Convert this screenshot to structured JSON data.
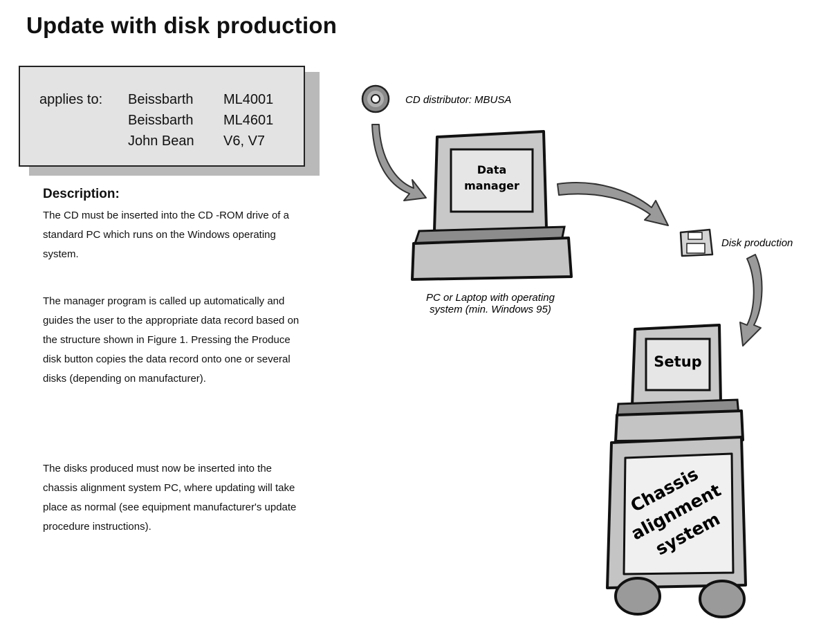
{
  "title": "Update with disk production",
  "applies_to": {
    "label": "applies to:",
    "rows": [
      {
        "maker": "Beissbarth",
        "model": "ML4001"
      },
      {
        "maker": "Beissbarth",
        "model": "ML4601"
      },
      {
        "maker": "John Bean",
        "model": "V6, V7"
      }
    ]
  },
  "description": {
    "heading": "Description:",
    "paragraphs": [
      "The CD must be inserted into the CD -ROM drive of a standard PC which runs on the Windows operating system.",
      "The manager program is called up automatically and guides the user to the appropriate data record based on the structure shown in Figure 1. Pressing the Produce disk button copies the data record onto one or several disks (depending on manufacturer).",
      "The disks produced must now be  inserted into the chassis alignment system PC, where updating will take place as normal (see equipment manufacturer's update procedure instructions)."
    ]
  },
  "diagram": {
    "cd_label": "CD distributor: MBUSA",
    "pc_screen_text": [
      "Data",
      "manager"
    ],
    "pc_caption": [
      "PC or Laptop with operating",
      "system (min. Windows 95)"
    ],
    "disk_label": "Disk production",
    "setup_screen_text": "Setup",
    "chassis_text": [
      "Chassis",
      "alignment",
      "system"
    ]
  }
}
